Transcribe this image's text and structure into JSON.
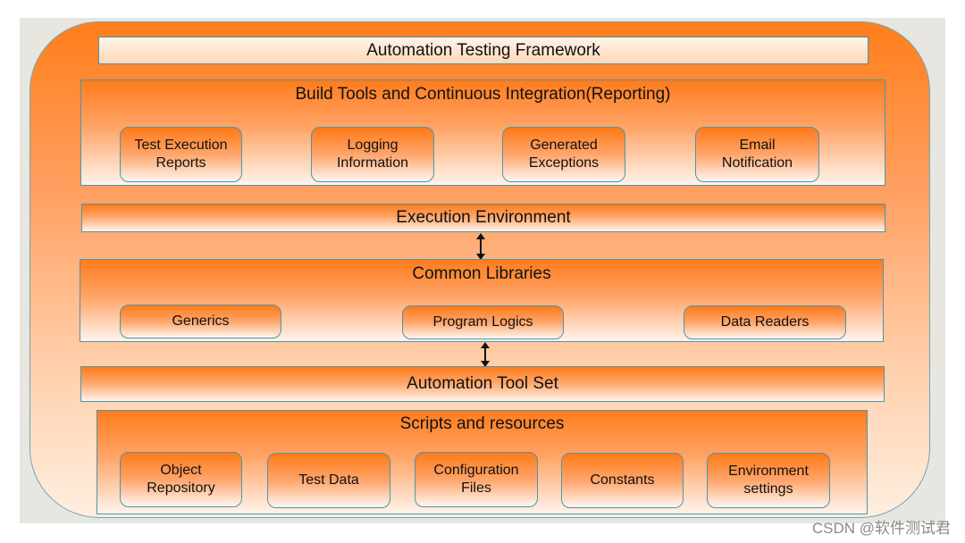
{
  "title": "Automation Testing Framework",
  "build_layer": {
    "title": "Build Tools and Continuous Integration(Reporting)",
    "items": [
      "Test Execution\nReports",
      "Logging\nInformation",
      "Generated\nExceptions",
      "Email\nNotification"
    ]
  },
  "execution_environment": {
    "title": "Execution Environment"
  },
  "common_libraries": {
    "title": "Common Libraries",
    "items": [
      "Generics",
      "Program Logics",
      "Data Readers"
    ]
  },
  "automation_tool_set": {
    "title": "Automation Tool Set"
  },
  "scripts_layer": {
    "title": "Scripts and resources",
    "items": [
      "Object\nRepository",
      "Test Data",
      "Configuration\nFiles",
      "Constants",
      "Environment\nsettings"
    ]
  },
  "watermark": "CSDN @软件测试君",
  "colors": {
    "accent_orange": "#ff7e1a",
    "border_teal": "#4f95a8"
  }
}
